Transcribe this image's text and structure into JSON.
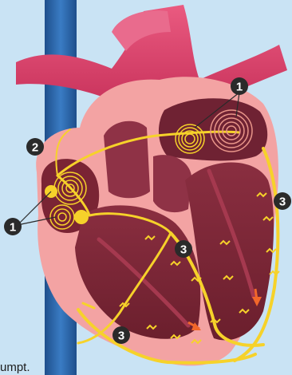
{
  "diagram": {
    "markers": [
      {
        "id": "sinus-node-marker",
        "label": "1"
      },
      {
        "id": "atrial-wave-marker",
        "label": "1"
      },
      {
        "id": "pathway-marker",
        "label": "2"
      },
      {
        "id": "ventricle-marker-right",
        "label": "3"
      },
      {
        "id": "ventricle-marker-center",
        "label": "3"
      },
      {
        "id": "ventricle-marker-bottom",
        "label": "3"
      }
    ],
    "caption_fragment": "umpt."
  },
  "colors": {
    "background": "#c9e3f4",
    "vessel_blue": "#2f6aa9",
    "aorta_red": "#e0476f",
    "heart_outer": "#f3a3a3",
    "heart_inner": "#7a2434",
    "conduction_yellow": "#f6d22a",
    "signal_orange": "#f2672a"
  }
}
